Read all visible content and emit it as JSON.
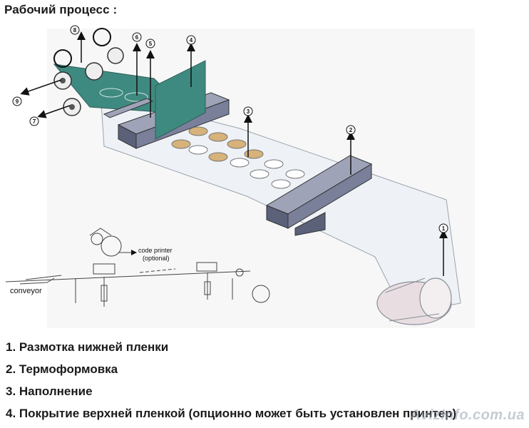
{
  "page": {
    "title": "Рабочий процесс :"
  },
  "diagram": {
    "callouts": [
      "1",
      "2",
      "3",
      "4",
      "5",
      "6",
      "7",
      "8",
      "9"
    ],
    "inset_labels": {
      "printer": "code printer",
      "printer_note": "(optional)",
      "conveyor": "conveyor"
    }
  },
  "steps": [
    "1. Размотка нижней пленки",
    "2. Термоформовка",
    "3. Наполнение",
    "4. Покрытие верхней пленкой (опционно может быть установлен принтер)"
  ],
  "watermark": "AvizInfo.com.ua",
  "colors": {
    "block": "#7a7f9a",
    "block_dark": "#4f546c",
    "film_green": "#3f8a80",
    "film_clear": "#eef2f6",
    "product": "#d7b27a"
  }
}
